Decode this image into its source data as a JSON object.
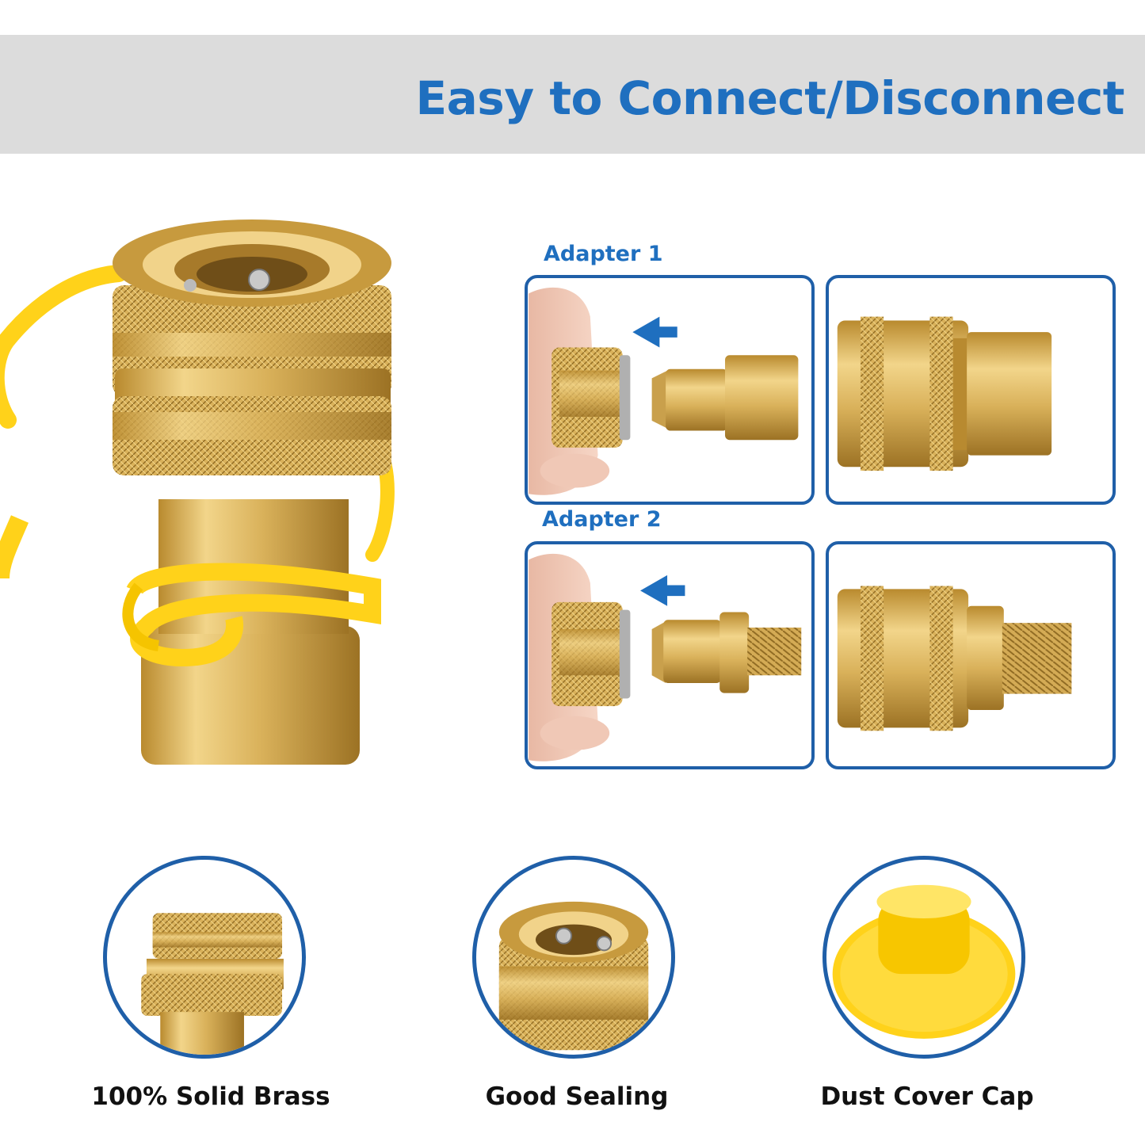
{
  "banner": {
    "title": "Easy to Connect/Disconnect"
  },
  "adapters": [
    {
      "label": "Adapter 1"
    },
    {
      "label": "Adapter 2"
    }
  ],
  "features": [
    {
      "label": "100% Solid Brass"
    },
    {
      "label": "Good Sealing"
    },
    {
      "label": "Dust Cover Cap"
    }
  ],
  "colors": {
    "accent_blue": "#1f6fbf",
    "banner_gray": "#dcdcdc",
    "brass": "#d4a94a",
    "cap_yellow": "#ffd21a"
  }
}
